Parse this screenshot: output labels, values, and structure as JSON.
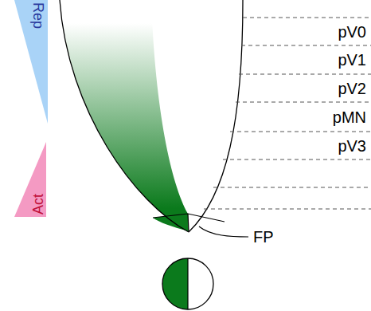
{
  "diagram": {
    "nodes": [
      {
        "text": [
          "Rep"
        ]
      },
      {
        "text": [
          "Act"
        ]
      }
    ],
    "labels": [
      "pV0",
      "pV1",
      "pV2",
      "pMN",
      "pV3",
      "FP"
    ]
  }
}
